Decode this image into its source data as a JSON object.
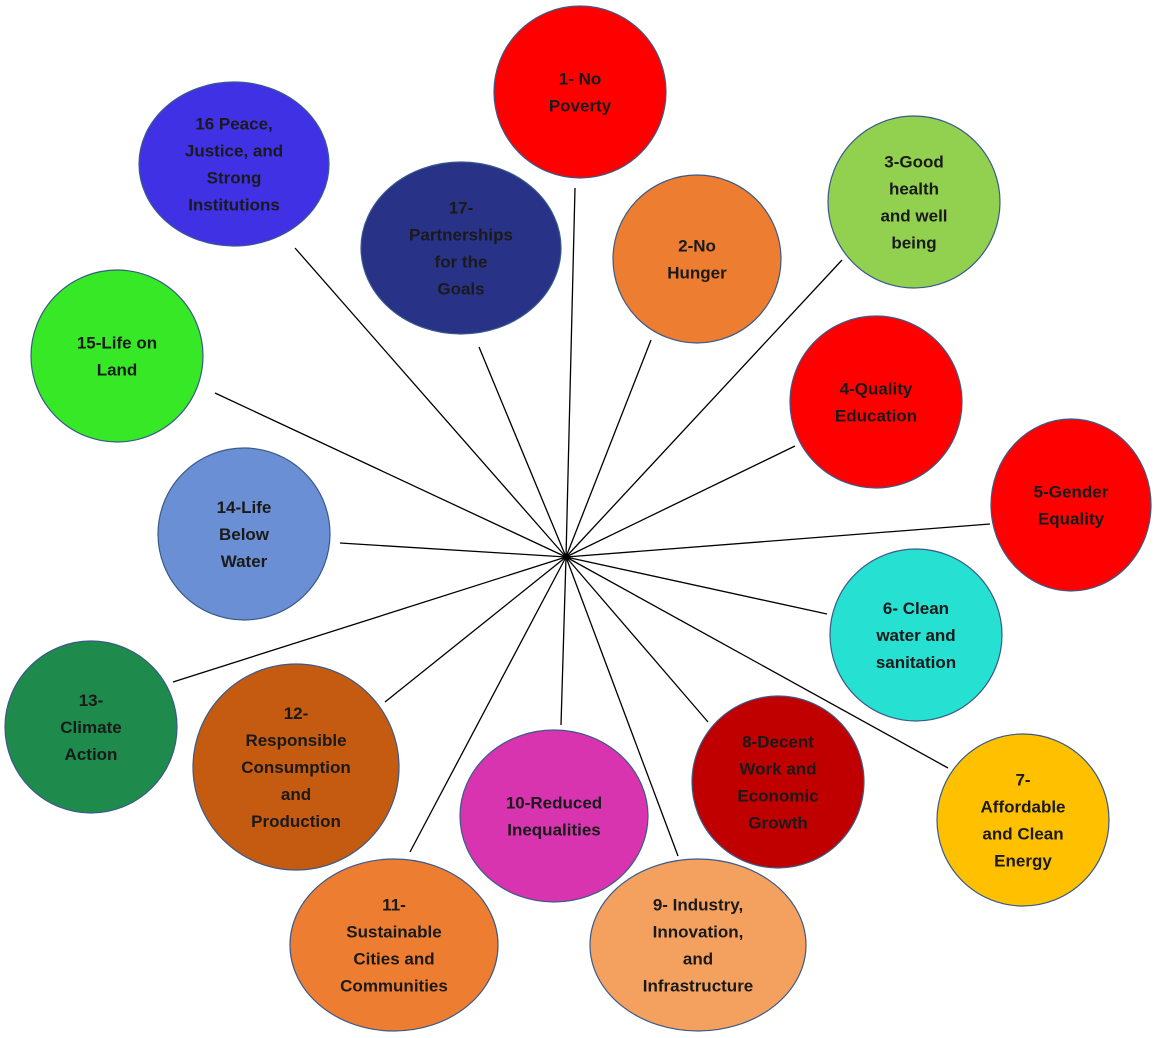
{
  "goals": [
    {
      "id": 1,
      "lines": [
        "1- No",
        "Poverty"
      ],
      "color": "#ff0000"
    },
    {
      "id": 2,
      "lines": [
        "2-No",
        "Hunger"
      ],
      "color": "#ed7d31"
    },
    {
      "id": 3,
      "lines": [
        "3-Good",
        "health",
        "and well",
        "being"
      ],
      "color": "#92d050"
    },
    {
      "id": 4,
      "lines": [
        "4-Quality",
        "Education"
      ],
      "color": "#ff0000"
    },
    {
      "id": 5,
      "lines": [
        "5-Gender",
        "Equality"
      ],
      "color": "#ff0000"
    },
    {
      "id": 6,
      "lines": [
        "6- Clean",
        "water and",
        "sanitation"
      ],
      "color": "#26e0d2"
    },
    {
      "id": 7,
      "lines": [
        "7-",
        "Affordable",
        "and Clean",
        "Energy"
      ],
      "color": "#ffc000"
    },
    {
      "id": 8,
      "lines": [
        "8-Decent",
        "Work and",
        "Economic",
        "Growth"
      ],
      "color": "#c00000"
    },
    {
      "id": 9,
      "lines": [
        "9- Industry,",
        "Innovation,",
        "and",
        "Infrastructure"
      ],
      "color": "#f4a15f"
    },
    {
      "id": 10,
      "lines": [
        "10-Reduced",
        "Inequalities"
      ],
      "color": "#d934b0"
    },
    {
      "id": 11,
      "lines": [
        "11-",
        "Sustainable",
        "Cities and",
        "Communities"
      ],
      "color": "#ed7d31"
    },
    {
      "id": 12,
      "lines": [
        "12-",
        "Responsible",
        "Consumption",
        "and",
        "Production"
      ],
      "color": "#c55a11"
    },
    {
      "id": 13,
      "lines": [
        "13-",
        "Climate",
        "Action"
      ],
      "color": "#1e8a4c"
    },
    {
      "id": 14,
      "lines": [
        "14-Life",
        "Below",
        "Water"
      ],
      "color": "#6a8fd4"
    },
    {
      "id": 15,
      "lines": [
        "15-Life on",
        "Land"
      ],
      "color": "#36e826"
    },
    {
      "id": 16,
      "lines": [
        "16 Peace,",
        "Justice, and",
        "Strong",
        "Institutions"
      ],
      "color": "#4131e4"
    },
    {
      "id": 17,
      "lines": [
        "17-",
        "Partnerships",
        "for the",
        "Goals"
      ],
      "color": "#283286"
    }
  ]
}
